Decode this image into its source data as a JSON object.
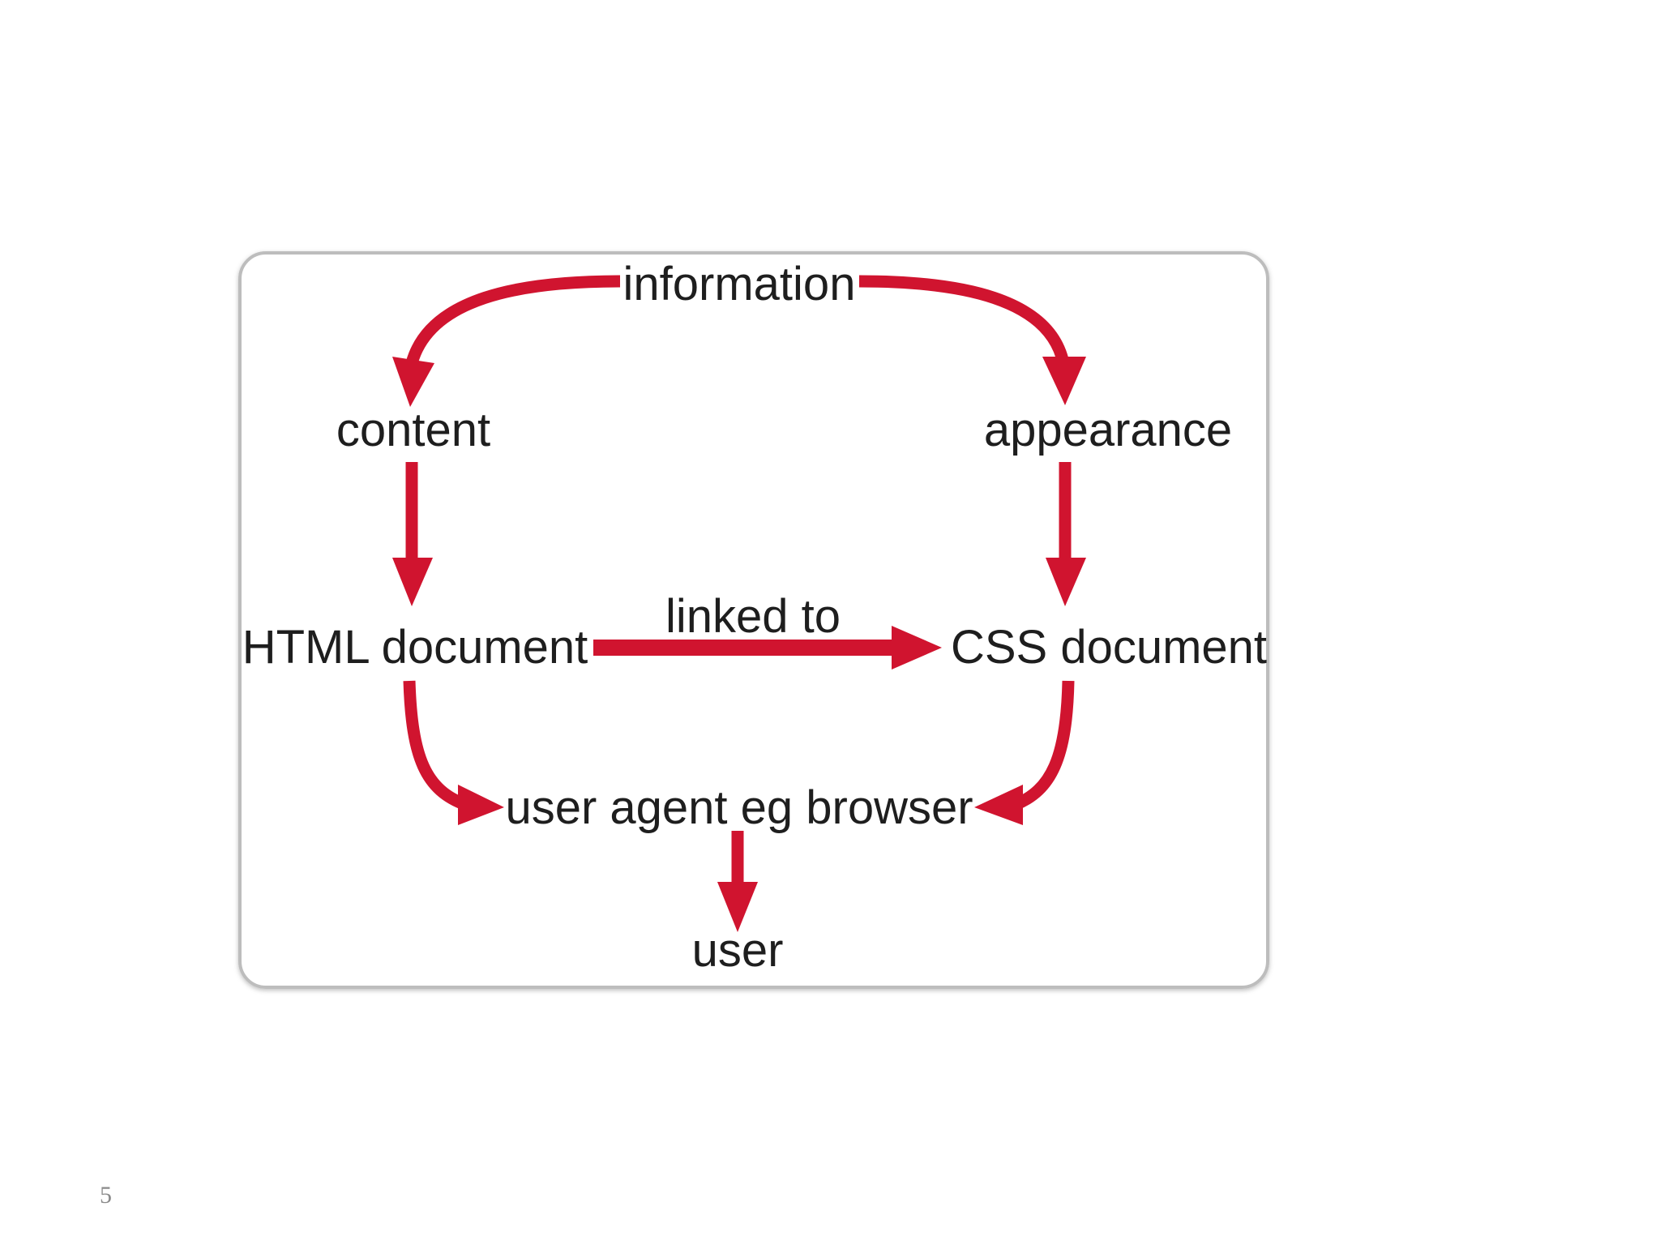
{
  "diagram": {
    "nodes": {
      "information": "information",
      "content": "content",
      "appearance": "appearance",
      "html_document": "HTML document",
      "css_document": "CSS document",
      "user_agent": "user agent eg browser",
      "user": "user"
    },
    "edges": {
      "linked_to": "linked to"
    },
    "colors": {
      "arrow": "#d0142f",
      "text": "#1e1e1e",
      "frame_border": "#bdbdbd"
    }
  },
  "slide": {
    "number": "5"
  }
}
